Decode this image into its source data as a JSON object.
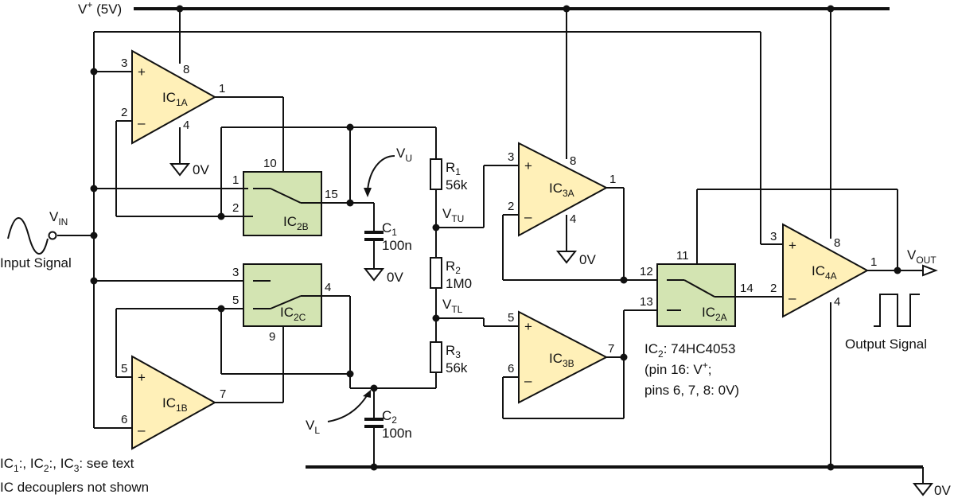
{
  "supply": {
    "vplus": "V",
    "vplus_sup": "+",
    "vplus_rest": " (5V)"
  },
  "ground_label": "0V",
  "input": {
    "v": "V",
    "v_sub": "IN",
    "caption": "Input Signal"
  },
  "output": {
    "v": "V",
    "v_sub": "OUT",
    "caption": "Output Signal"
  },
  "ics": {
    "ic1a": {
      "base": "IC",
      "sub": "1A",
      "pins": {
        "plus": "3",
        "minus": "2",
        "out": "1",
        "vcc": "8",
        "gnd": "4"
      }
    },
    "ic1b": {
      "base": "IC",
      "sub": "1B",
      "pins": {
        "plus": "5",
        "minus": "6",
        "out": "7"
      }
    },
    "ic3a": {
      "base": "IC",
      "sub": "3A",
      "pins": {
        "plus": "3",
        "minus": "2",
        "out": "1",
        "vcc": "8",
        "gnd": "4"
      }
    },
    "ic3b": {
      "base": "IC",
      "sub": "3B",
      "pins": {
        "plus": "5",
        "minus": "6",
        "out": "7"
      }
    },
    "ic4a": {
      "base": "IC",
      "sub": "4A",
      "pins": {
        "plus": "3",
        "minus": "2",
        "out": "1",
        "vcc": "8",
        "gnd": "4"
      }
    },
    "ic2b": {
      "base": "IC",
      "sub": "2B",
      "pins": {
        "a": "1",
        "b": "2",
        "ctl": "10",
        "com": "15"
      }
    },
    "ic2c": {
      "base": "IC",
      "sub": "2C",
      "pins": {
        "a": "3",
        "b": "5",
        "ctl": "9",
        "com": "4"
      }
    },
    "ic2a": {
      "base": "IC",
      "sub": "2A",
      "pins": {
        "a": "12",
        "b": "13",
        "ctl": "11",
        "com": "14"
      }
    }
  },
  "plus_sign": "+",
  "minus_sign": "–",
  "resistors": {
    "r1": {
      "base": "R",
      "sub": "1",
      "value": "56k"
    },
    "r2": {
      "base": "R",
      "sub": "2",
      "value": "1M0"
    },
    "r3": {
      "base": "R",
      "sub": "3",
      "value": "56k"
    }
  },
  "capacitors": {
    "c1": {
      "base": "C",
      "sub": "1",
      "value": "100n"
    },
    "c2": {
      "base": "C",
      "sub": "2",
      "value": "100n"
    }
  },
  "nodes": {
    "vu": {
      "base": "V",
      "sub": "U"
    },
    "vl": {
      "base": "V",
      "sub": "L"
    },
    "vtu": {
      "base": "V",
      "sub": "TU"
    },
    "vtl": {
      "base": "V",
      "sub": "TL"
    }
  },
  "ic2_note": {
    "line1": "IC",
    "line1_sub": "2",
    "line1_rest": ": 74HC4053",
    "line2": "(pin 16: V",
    "line2_sup": "+",
    "line2_rest": ";",
    "line3": "pins 6, 7, 8: 0V)"
  },
  "footnote": {
    "ic": "IC",
    "s1": "1",
    "t1": ":, ",
    "s2": "2",
    "t2": ":, ",
    "s3": "3",
    "t3": ": see text",
    "line2": "IC decouplers not shown"
  }
}
